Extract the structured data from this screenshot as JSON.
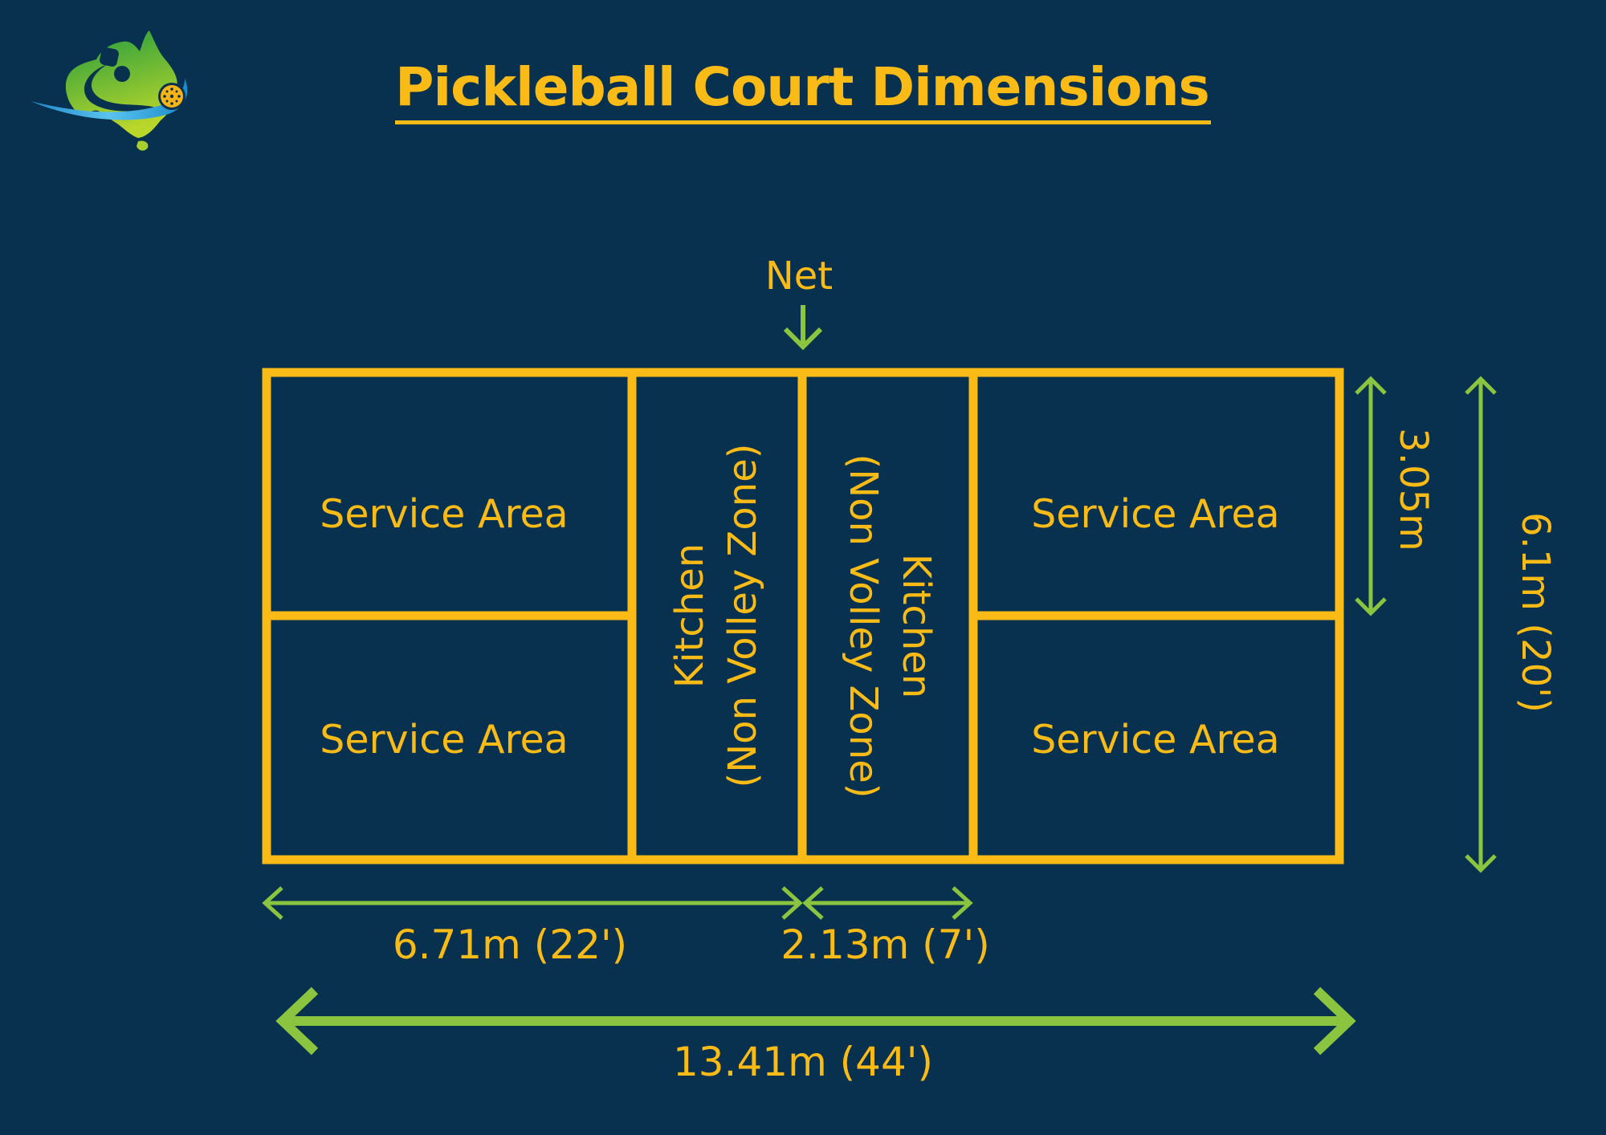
{
  "title": "Pickleball Court Dimensions",
  "logo": {
    "icon": "australia-pickleball-logo-icon",
    "ball_icon": "pickleball-icon"
  },
  "colors": {
    "background": "#07314e",
    "court_lines": "#fbbb16",
    "text": "#fbbb16",
    "arrows": "#8bc540"
  },
  "net": {
    "label": "Net",
    "icon": "arrow-down-icon"
  },
  "court": {
    "zones": [
      {
        "id": "service-top-left",
        "label": "Service Area"
      },
      {
        "id": "service-bottom-left",
        "label": "Service Area"
      },
      {
        "id": "kitchen-left",
        "line1": "Kitchen",
        "line2": "(Non Volley Zone)"
      },
      {
        "id": "kitchen-right",
        "line1": "Kitchen",
        "line2": "(Non Volley Zone)"
      },
      {
        "id": "service-top-right",
        "label": "Service Area"
      },
      {
        "id": "service-bottom-right",
        "label": "Service Area"
      }
    ],
    "length_m": 13.41,
    "width_m": 6.1,
    "half_length_m": 6.71,
    "kitchen_depth_m": 2.13,
    "service_width_m": 3.05
  },
  "dimensions": {
    "half_court": "6.71m (22')",
    "kitchen": "2.13m (7')",
    "total_length": "13.41m (44')",
    "service_width": "3.05m",
    "total_width": "6.1m (20')"
  }
}
